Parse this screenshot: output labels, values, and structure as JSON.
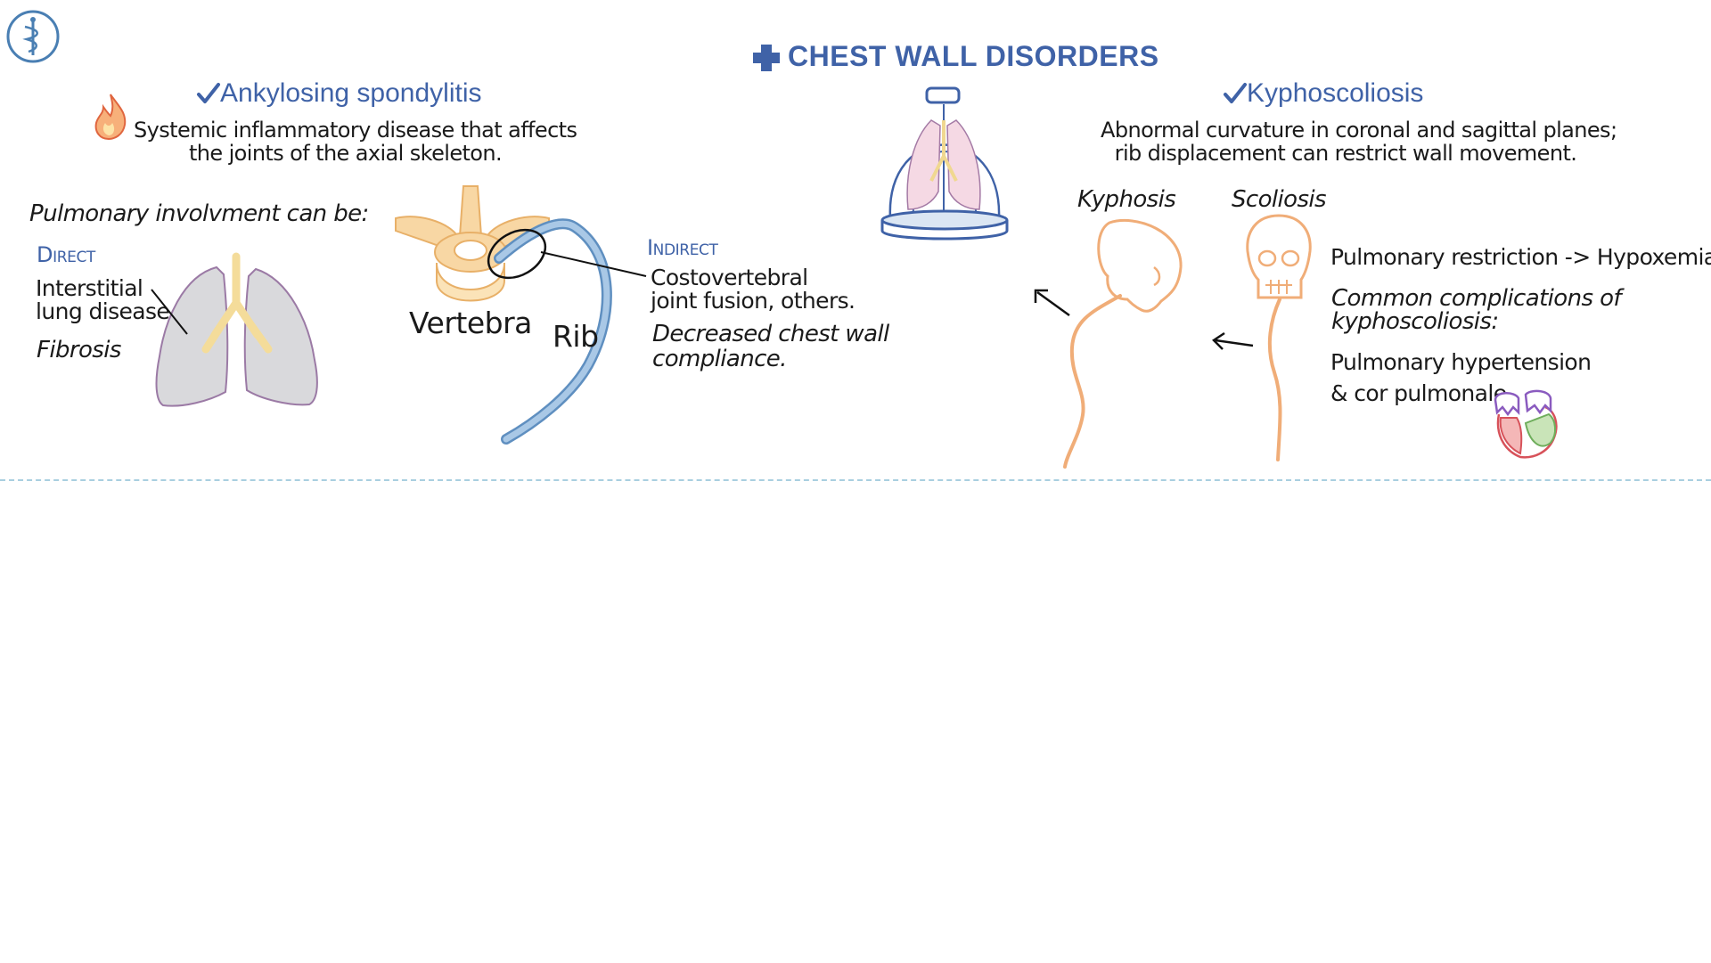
{
  "title": "CHEST WALL DISORDERS",
  "ankylosing": {
    "heading": "Ankylosing spondylitis",
    "desc_line1": "Systemic inflammatory disease that affects",
    "desc_line2": "the joints of the  axial skeleton.",
    "pulmonary_label": "Pulmonary involvment can be:",
    "direct_label": "Direct",
    "direct_items": [
      "Interstitial",
      "lung disease",
      "Fibrosis"
    ],
    "indirect_label": "Indirect",
    "indirect_items": [
      "Costovertebral",
      "joint fusion, others.",
      "Decreased chest wall",
      "compliance."
    ],
    "vertebra_label": "Vertebra",
    "rib_label": "Rib"
  },
  "kyphoscoliosis": {
    "heading": "Kyphoscoliosis",
    "desc_line1": "Abnormal curvature in coronal and sagittal planes;",
    "desc_line2": "rib displacement can restrict wall movement.",
    "kyphosis_label": "Kyphosis",
    "scoliosis_label": "Scoliosis",
    "restriction": "Pulmonary restriction -> Hypoxemia.",
    "complications_line1": "Common complications of",
    "complications_line2": "kyphoscoliosis:",
    "hypertension_line1": "Pulmonary hypertension",
    "hypertension_line2": "& cor pulmonale."
  },
  "colors": {
    "accent": "#3f62a7",
    "bone": "#f3c98a",
    "rib": "#7ea7d0",
    "lung": "#d9d9dc",
    "divider": "#a9cfe0"
  },
  "icons": [
    "caduceus-icon",
    "plus-icon",
    "check-icon",
    "flame-icon",
    "lungs-icon",
    "vertebra-icon",
    "rib-icon",
    "cage-icon",
    "kyphosis-figure-icon",
    "scoliosis-figure-icon",
    "heart-icon",
    "arrow-icon"
  ]
}
